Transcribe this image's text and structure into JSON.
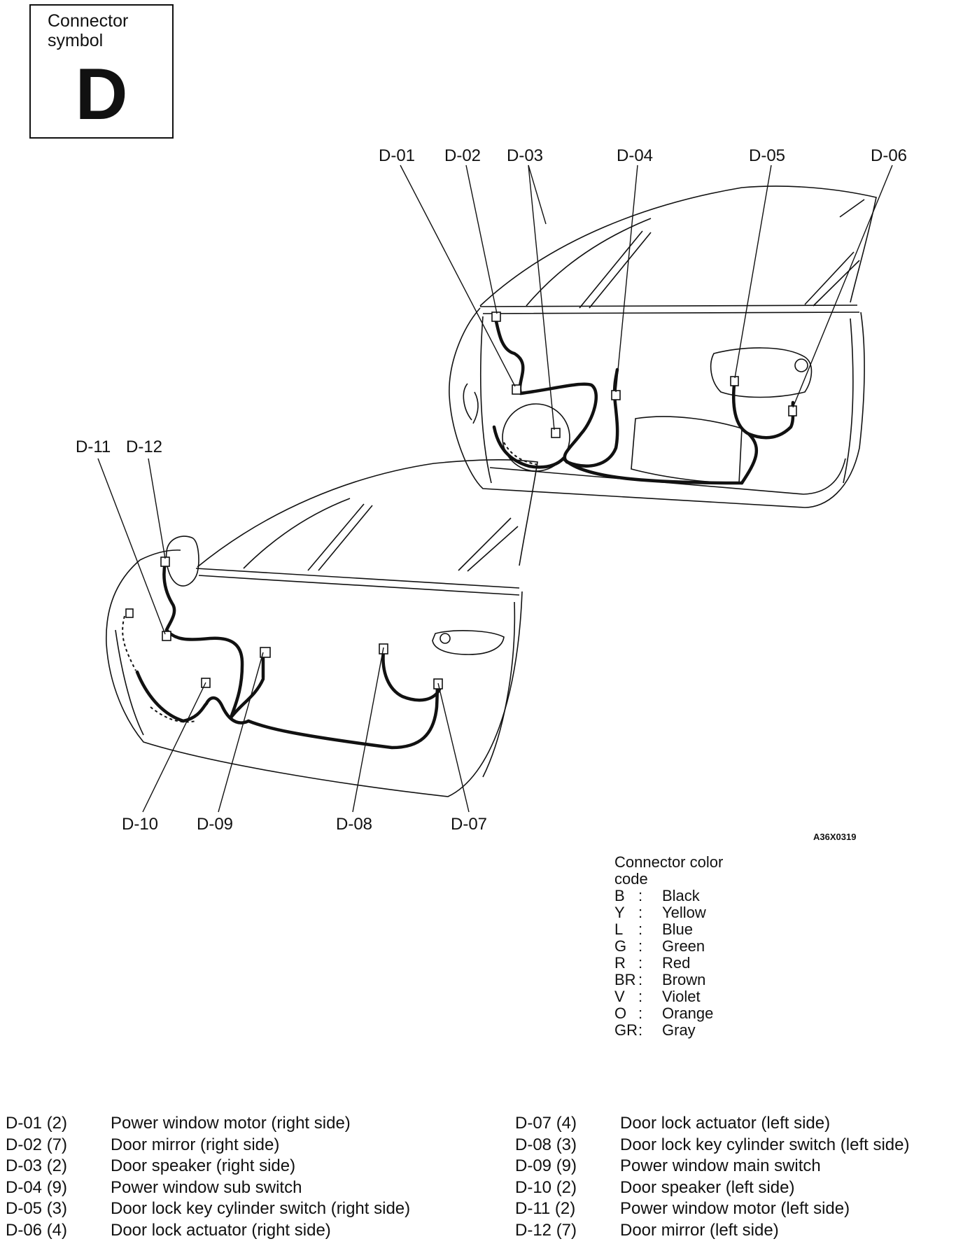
{
  "symbol": {
    "title": "Connector symbol",
    "letter": "D"
  },
  "figure_id": "A36X0319",
  "callouts": {
    "top": [
      "D-01",
      "D-02",
      "D-03",
      "D-04",
      "D-05",
      "D-06"
    ],
    "upper_left": [
      "D-11",
      "D-12"
    ],
    "bottom": [
      "D-10",
      "D-09",
      "D-08",
      "D-07"
    ]
  },
  "color_code": {
    "title": "Connector color code",
    "entries": [
      {
        "code": "B",
        "sep": ":",
        "name": "Black"
      },
      {
        "code": "Y",
        "sep": ":",
        "name": "Yellow"
      },
      {
        "code": "L",
        "sep": ":",
        "name": "Blue"
      },
      {
        "code": "G",
        "sep": ":",
        "name": "Green"
      },
      {
        "code": "R",
        "sep": ":",
        "name": "Red"
      },
      {
        "code": "BR",
        "sep": ":",
        "name": "Brown"
      },
      {
        "code": "V",
        "sep": ":",
        "name": "Violet"
      },
      {
        "code": "O",
        "sep": ":",
        "name": "Orange"
      },
      {
        "code": "GR",
        "sep": ":",
        "name": "Gray"
      }
    ]
  },
  "connectors_left": [
    {
      "id": "D-01 (2)",
      "desc": "Power window motor (right side)"
    },
    {
      "id": "D-02 (7)",
      "desc": "Door mirror (right side)"
    },
    {
      "id": "D-03 (2)",
      "desc": "Door speaker (right side)"
    },
    {
      "id": "D-04 (9)",
      "desc": "Power window sub switch"
    },
    {
      "id": "D-05 (3)",
      "desc": "Door lock key cylinder switch (right side)"
    },
    {
      "id": "D-06 (4)",
      "desc": "Door lock actuator (right side)"
    }
  ],
  "connectors_right": [
    {
      "id": "D-07 (4)",
      "desc": "Door lock actuator (left side)"
    },
    {
      "id": "D-08 (3)",
      "desc": "Door lock key cylinder switch (left side)"
    },
    {
      "id": "D-09 (9)",
      "desc": "Power window main switch"
    },
    {
      "id": "D-10 (2)",
      "desc": "Door speaker (left side)"
    },
    {
      "id": "D-11 (2)",
      "desc": "Power window motor (left side)"
    },
    {
      "id": "D-12 (7)",
      "desc": "Door mirror (left side)"
    }
  ]
}
